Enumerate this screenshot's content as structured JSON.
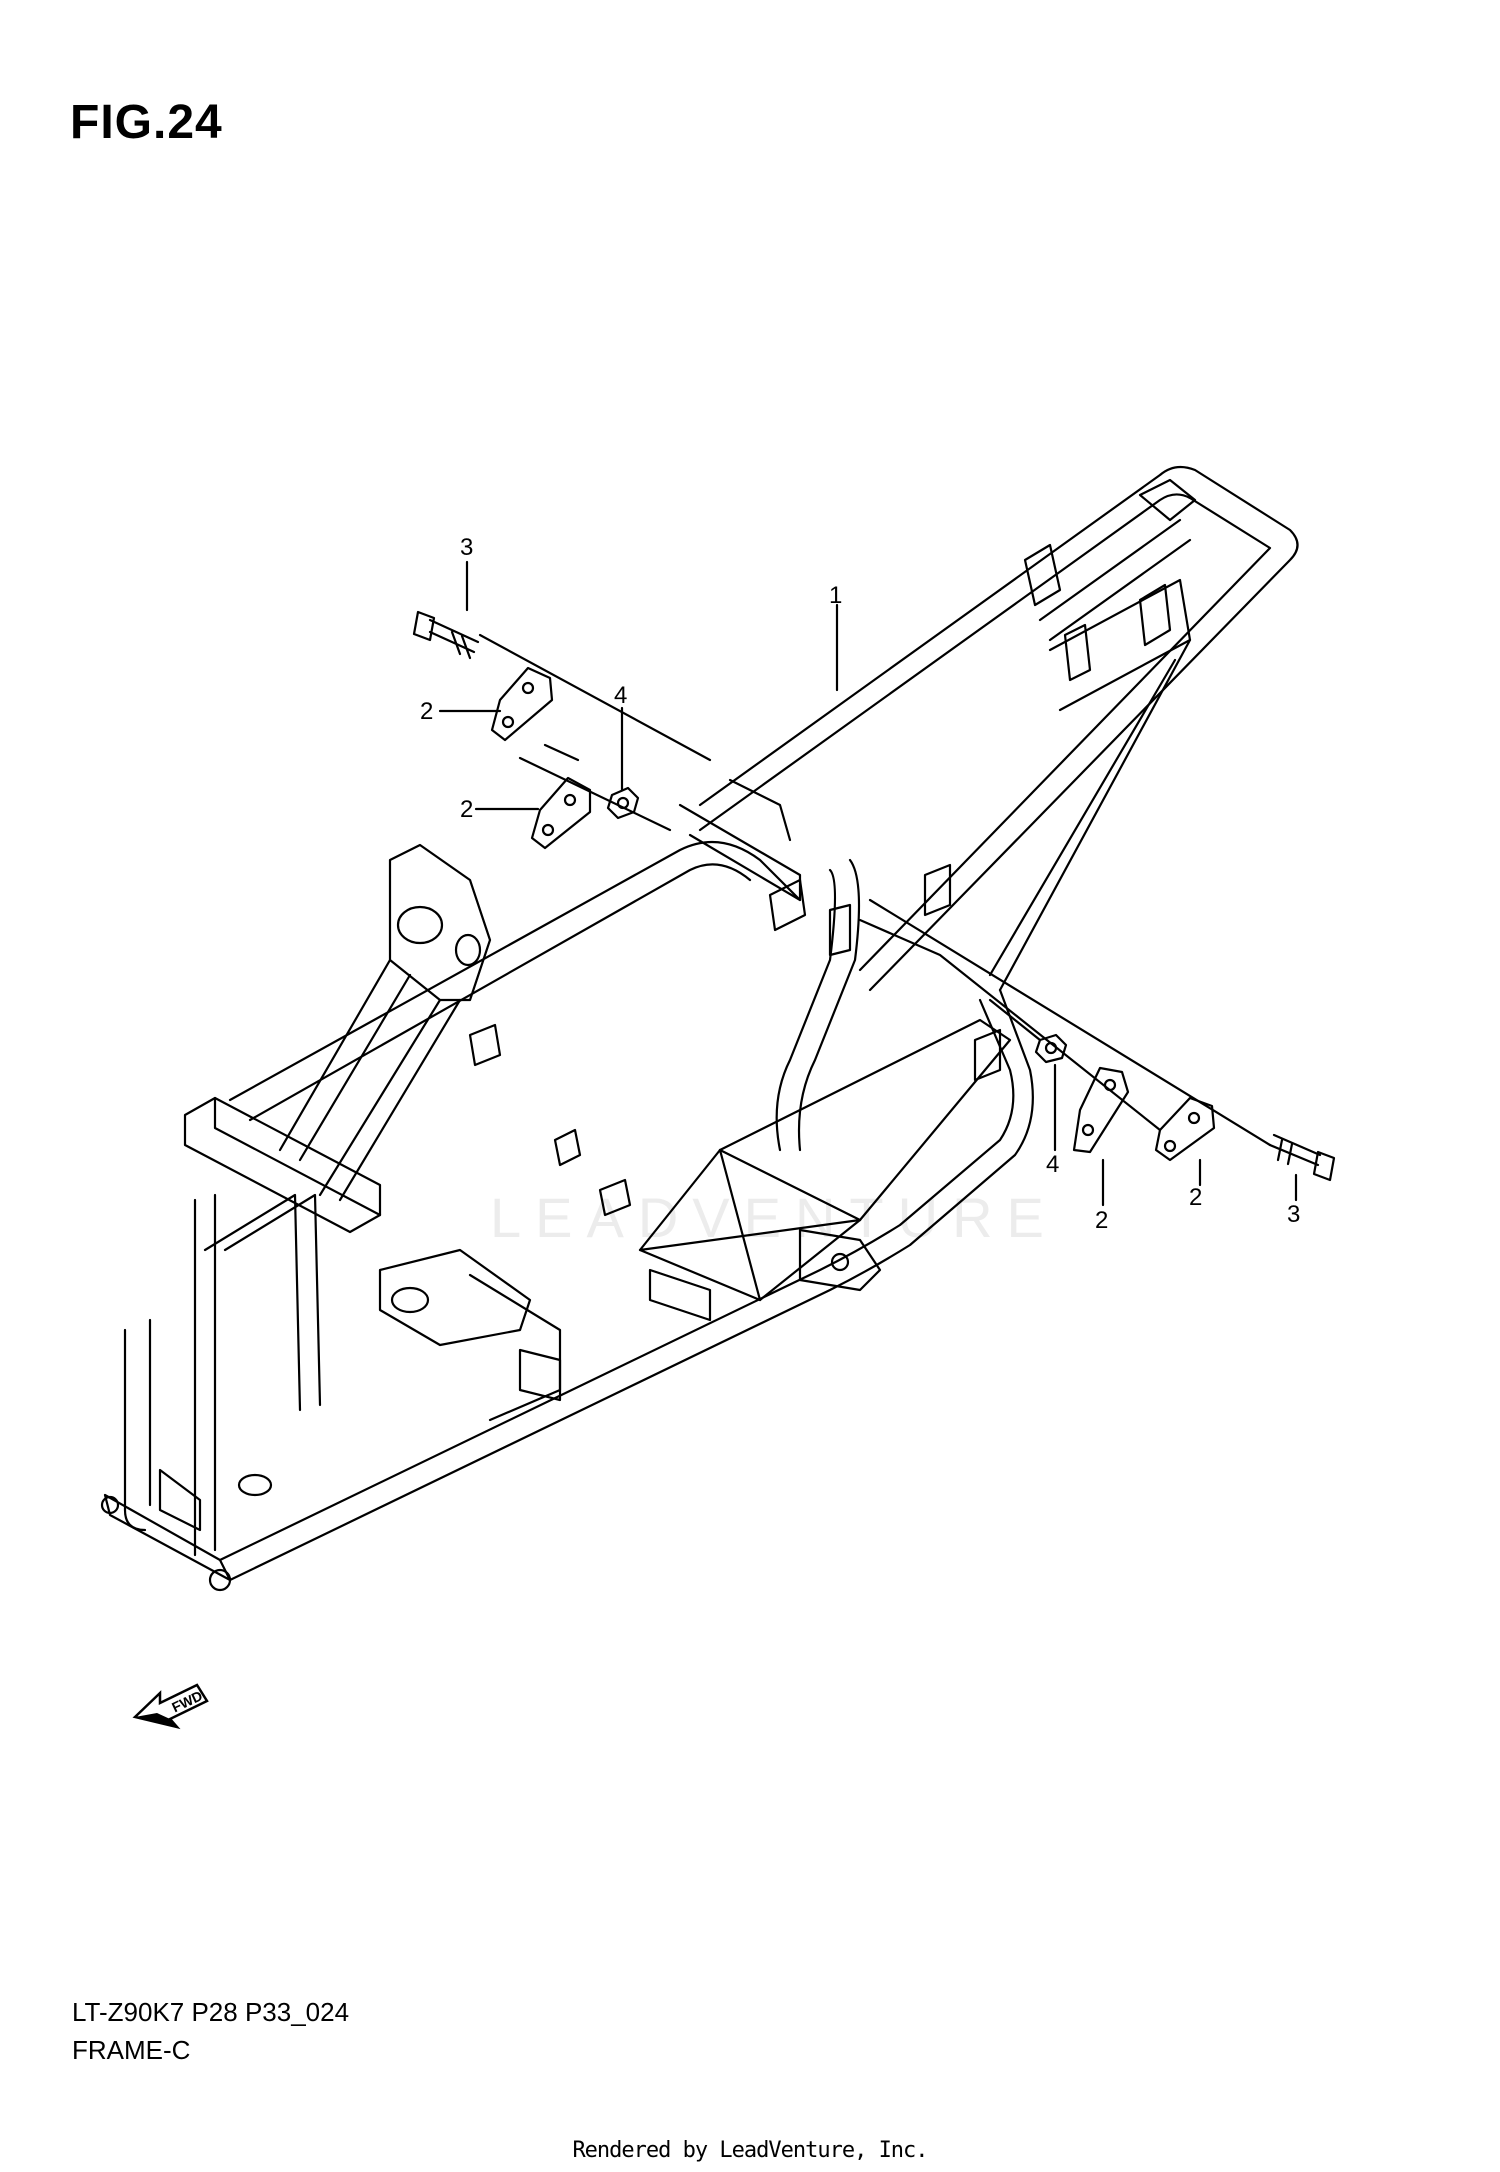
{
  "figure": {
    "title": "FIG.24",
    "model_code": "LT-Z90K7 P28 P33_024",
    "section_name": "FRAME-C",
    "credit": "Rendered by LeadVenture, Inc.",
    "watermark": "LEADVENTURE",
    "fwd_label": "FWD"
  },
  "callouts": {
    "frame": "1",
    "bracket_upper_a": "2",
    "bracket_upper_b": "2",
    "bolt_upper": "3",
    "nut_upper": "4",
    "nut_lower": "4",
    "bracket_lower_a": "2",
    "bracket_lower_b": "2",
    "bolt_lower": "3"
  },
  "colors": {
    "line": "#000000",
    "watermark": "#ececec"
  }
}
